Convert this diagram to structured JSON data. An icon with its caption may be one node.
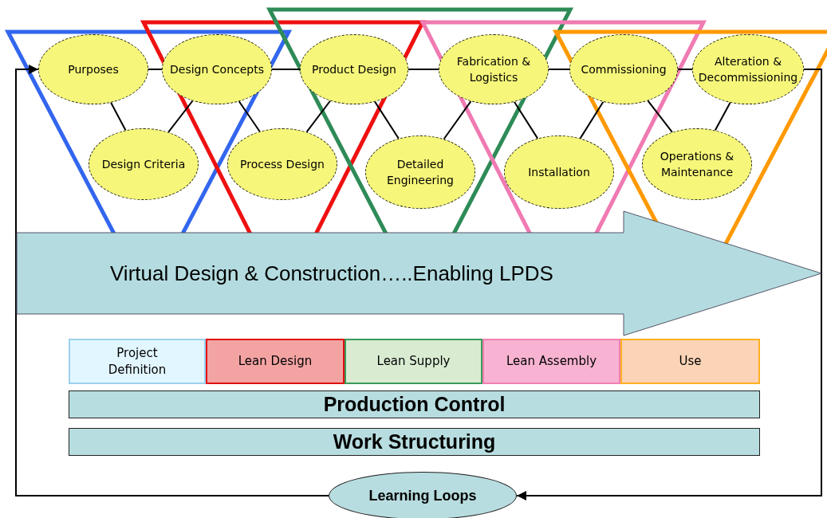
{
  "diagram": {
    "nodes": [
      {
        "text": [
          "Purposes"
        ]
      },
      {
        "text": [
          "Design Concepts"
        ]
      },
      {
        "text": [
          "Product Design"
        ]
      },
      {
        "text": [
          "Fabrication & Logistics"
        ]
      },
      {
        "text": [
          "Commissioning"
        ]
      },
      {
        "text": [
          "Alteration & Decommissioning"
        ]
      },
      {
        "text": [
          "Design Criteria"
        ]
      },
      {
        "text": [
          "Process Design"
        ]
      },
      {
        "text": [
          "Detailed Engineering"
        ]
      },
      {
        "text": [
          "Installation"
        ]
      },
      {
        "text": [
          "Operations & Maintenance"
        ]
      },
      {
        "text": [
          "Virtual Design & Construction…..Enabling LPDS"
        ]
      },
      {
        "text": [
          "Project Definition"
        ]
      },
      {
        "text": [
          "Lean Design"
        ]
      },
      {
        "text": [
          "Lean Supply"
        ]
      },
      {
        "text": [
          "Lean Assembly"
        ]
      },
      {
        "text": [
          "Use"
        ]
      },
      {
        "text": [
          "Production Control"
        ]
      },
      {
        "text": [
          "Work Structuring"
        ]
      },
      {
        "text": [
          "Learning Loops"
        ]
      }
    ],
    "edges": [
      {
        "from": 0,
        "to": 1,
        "arrow": "none"
      },
      {
        "from": 1,
        "to": 2,
        "arrow": "none"
      },
      {
        "from": 2,
        "to": 3,
        "arrow": "none"
      },
      {
        "from": 3,
        "to": 4,
        "arrow": "none"
      },
      {
        "from": 4,
        "to": 5,
        "arrow": "none"
      },
      {
        "from": 0,
        "to": 6,
        "arrow": "none"
      },
      {
        "from": 6,
        "to": 1,
        "arrow": "none"
      },
      {
        "from": 1,
        "to": 7,
        "arrow": "none"
      },
      {
        "from": 7,
        "to": 2,
        "arrow": "none"
      },
      {
        "from": 2,
        "to": 8,
        "arrow": "none"
      },
      {
        "from": 8,
        "to": 3,
        "arrow": "none"
      },
      {
        "from": 3,
        "to": 9,
        "arrow": "none"
      },
      {
        "from": 9,
        "to": 4,
        "arrow": "none"
      },
      {
        "from": 4,
        "to": 10,
        "arrow": "none"
      },
      {
        "from": 10,
        "to": 5,
        "arrow": "none"
      },
      {
        "from": 5,
        "to": 19,
        "arrow": "to"
      },
      {
        "from": 19,
        "to": 0,
        "arrow": "to"
      }
    ]
  }
}
